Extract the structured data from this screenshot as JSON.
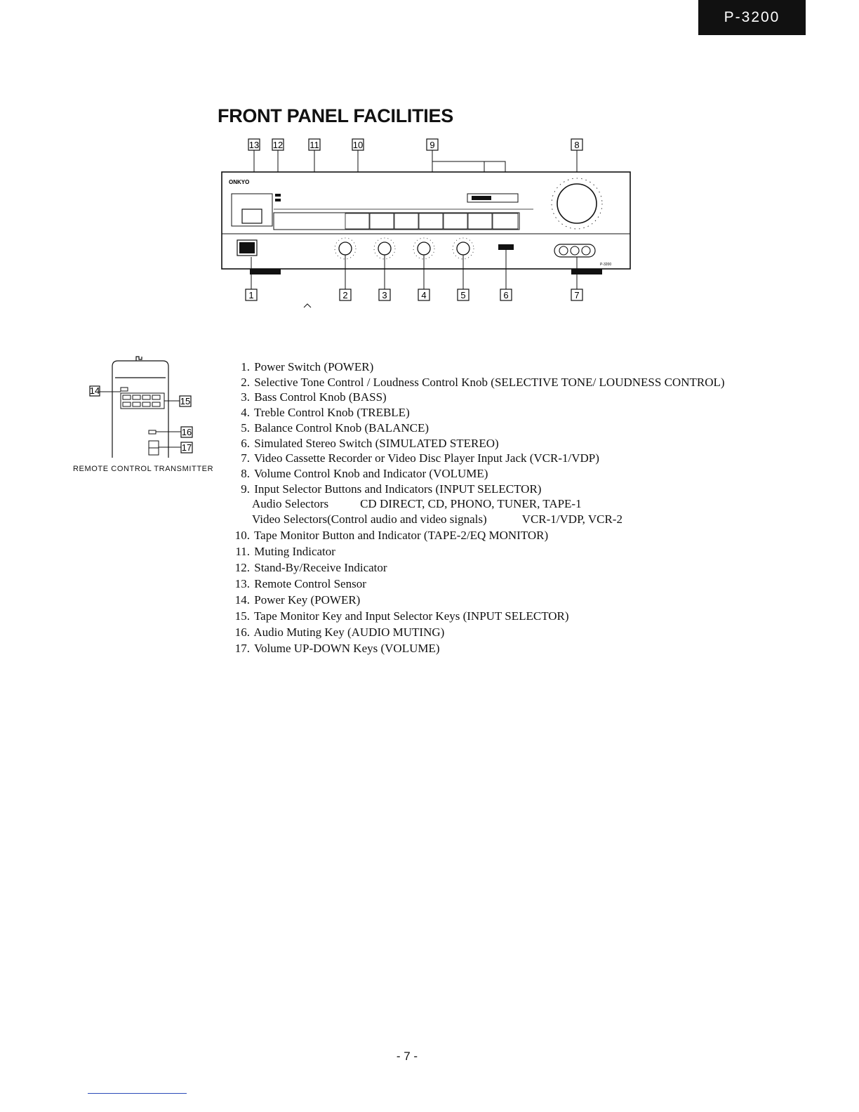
{
  "header": {
    "model_badge": "P-3200"
  },
  "title": "FRONT PANEL FACILITIES",
  "panel": {
    "brand": "ONKYO",
    "model_label": "P-3200",
    "callouts_top": [
      "13",
      "12",
      "11",
      "10",
      "9",
      "8"
    ],
    "callouts_bottom": [
      "1",
      "2",
      "3",
      "4",
      "5",
      "6",
      "7"
    ]
  },
  "remote": {
    "callouts": [
      "14",
      "15",
      "16",
      "17"
    ],
    "caption": "REMOTE CONTROL TRANSMITTER"
  },
  "items": [
    {
      "num": "1.",
      "text": "Power Switch (POWER)"
    },
    {
      "num": "2.",
      "text": "Selective Tone Control / Loudness Control Knob (SELECTIVE TONE/ LOUDNESS CONTROL)"
    },
    {
      "num": "3.",
      "text": "Bass Control Knob (BASS)"
    },
    {
      "num": "4.",
      "text": "Treble Control Knob (TREBLE)"
    },
    {
      "num": "5.",
      "text": "Balance Control Knob (BALANCE)"
    },
    {
      "num": "6.",
      "text": "Simulated Stereo Switch (SIMULATED STEREO)"
    },
    {
      "num": "7.",
      "text": "Video Cassette Recorder or Video Disc Player Input Jack (VCR-1/VDP)"
    },
    {
      "num": "8.",
      "text": "Volume Control Knob and Indicator (VOLUME)"
    },
    {
      "num": "9.",
      "text": "Input Selector Buttons and Indicators (INPUT SELECTOR)"
    }
  ],
  "selectors": {
    "audio_label": "Audio Selectors",
    "audio_values": "CD DIRECT, CD, PHONO, TUNER, TAPE-1",
    "video_label": "Video Selectors(Control audio and video signals)",
    "video_values": "VCR-1/VDP, VCR-2"
  },
  "items_continued": [
    {
      "num": "10.",
      "text": "Tape Monitor Button and Indicator (TAPE-2/EQ MONITOR)"
    },
    {
      "num": "11.",
      "text": "Muting Indicator"
    },
    {
      "num": "12.",
      "text": "Stand-By/Receive Indicator"
    },
    {
      "num": "13.",
      "text": "Remote Control Sensor"
    },
    {
      "num": "14.",
      "text": "Power Key (POWER)"
    },
    {
      "num": "15.",
      "text": "Tape Monitor Key and Input Selector Keys (INPUT SELECTOR)"
    },
    {
      "num": "16.",
      "text": "Audio Muting Key (AUDIO MUTING)"
    },
    {
      "num": "17.",
      "text": "Volume UP-DOWN Keys (VOLUME)"
    }
  ],
  "footer": {
    "page_number": "- 7 -"
  }
}
